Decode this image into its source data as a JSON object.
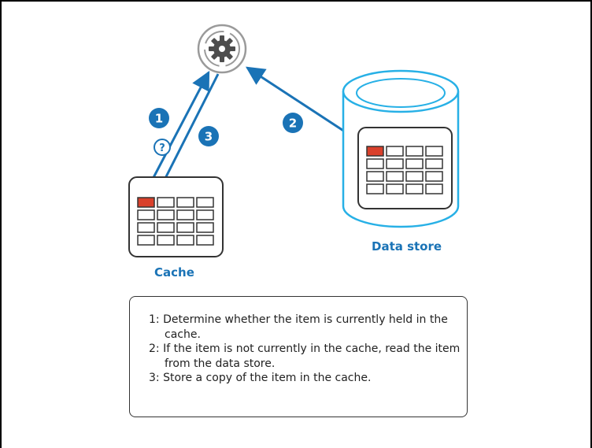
{
  "colors": {
    "accent": "#1a73b6",
    "highlight": "#d9402b",
    "light_blue": "#27b0e6",
    "border": "#000000"
  },
  "badges": [
    {
      "id": "1",
      "text": "1"
    },
    {
      "id": "2",
      "text": "2"
    },
    {
      "id": "3",
      "text": "3"
    }
  ],
  "question_mark": "?",
  "cache": {
    "label": "Cache"
  },
  "data_store": {
    "label": "Data store"
  },
  "steps": [
    "1: Determine whether the item is currently held in the cache.",
    "2: If the item is not currently in the cache, read the item from the data store.",
    "3: Store a copy of the item in the cache."
  ],
  "icons": {
    "application": "gear-icon"
  }
}
